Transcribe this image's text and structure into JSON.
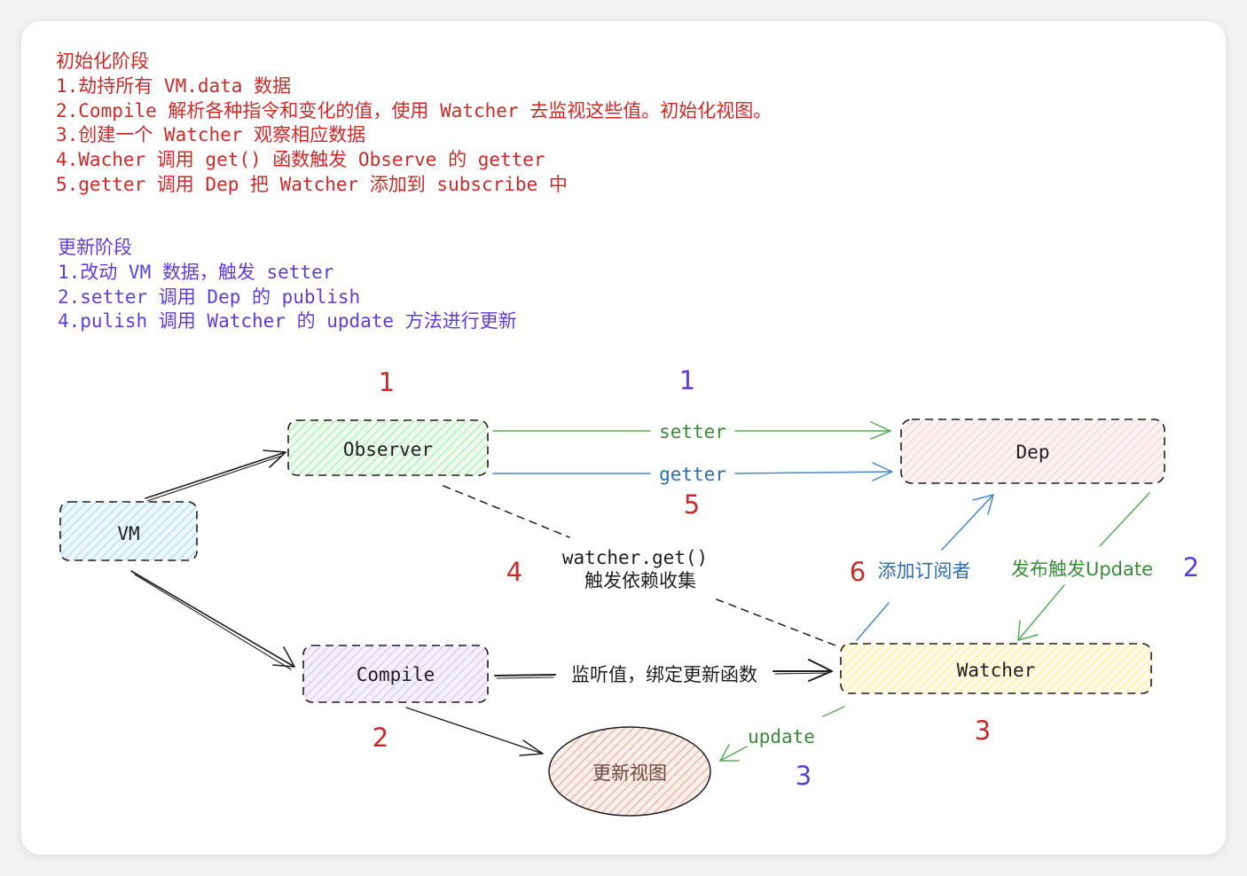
{
  "init_stage": {
    "title": "初始化阶段",
    "steps": [
      "1.劫持所有 VM.data 数据",
      "2.Compile 解析各种指令和变化的值，使用 Watcher 去监视这些值。初始化视图。",
      "3.创建一个 Watcher 观察相应数据",
      "4.Wacher 调用 get() 函数触发 Observe 的 getter",
      "5.getter 调用 Dep 把 Watcher 添加到 subscribe 中"
    ]
  },
  "update_stage": {
    "title": "更新阶段",
    "steps": [
      "1.改动 VM 数据，触发 setter",
      "2.setter 调用 Dep 的 publish",
      "4.pulish 调用 Watcher 的 update 方法进行更新"
    ]
  },
  "nodes": {
    "vm": "VM",
    "observer": "Observer",
    "compile": "Compile",
    "dep": "Dep",
    "watcher": "Watcher",
    "view": "更新视图"
  },
  "edges": {
    "setter": "setter",
    "getter": "getter",
    "watcher_get_line1": "watcher.get()",
    "watcher_get_line2": "触发依赖收集",
    "add_subscriber": "添加订阅者",
    "publish_update": "发布触发Update",
    "bind_update": "监听值，绑定更新函数",
    "update": "update"
  },
  "step_numbers": {
    "init": {
      "observer": "1",
      "compile": "2",
      "watcher": "3",
      "watcher_get": "4",
      "getter": "5",
      "add_subscriber": "6"
    },
    "update": {
      "setter": "1",
      "publish": "2",
      "update": "3"
    }
  },
  "colors": {
    "init_text": "#c92a2a",
    "update_text": "#5a3fd6",
    "setter_arrow": "#5aab5a",
    "getter_arrow": "#4a86c8",
    "observer_fill": "#b2f2bb",
    "dep_fill": "#ffc9c9",
    "vm_fill": "#a5d8ff",
    "compile_fill": "#d0bfff",
    "watcher_fill": "#ffec99",
    "view_fill": "#e0a89a"
  }
}
